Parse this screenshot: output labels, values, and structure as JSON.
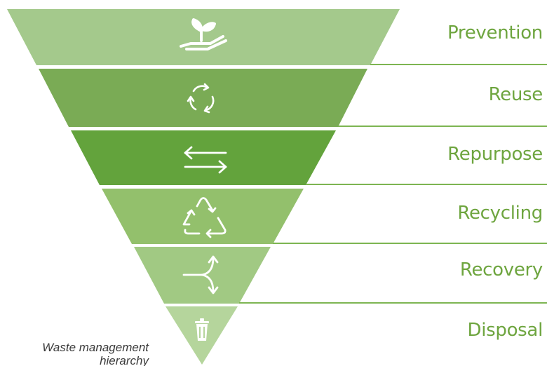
{
  "levels": [
    {
      "name": "Prevention",
      "icon": "hand-plant-icon",
      "color": "#a4c98c"
    },
    {
      "name": "Reuse",
      "icon": "cycle-arrows-icon",
      "color": "#7aab55"
    },
    {
      "name": "Repurpose",
      "icon": "swap-arrows-icon",
      "color": "#63a33c"
    },
    {
      "name": "Recycling",
      "icon": "recycle-icon",
      "color": "#93c06c"
    },
    {
      "name": "Recovery",
      "icon": "split-arrows-icon",
      "color": "#a1c983"
    },
    {
      "name": "Disposal",
      "icon": "trash-can-icon",
      "color": "#b5d59c"
    }
  ],
  "caption": "Waste management hierarchy",
  "accent": "#6ea53f"
}
